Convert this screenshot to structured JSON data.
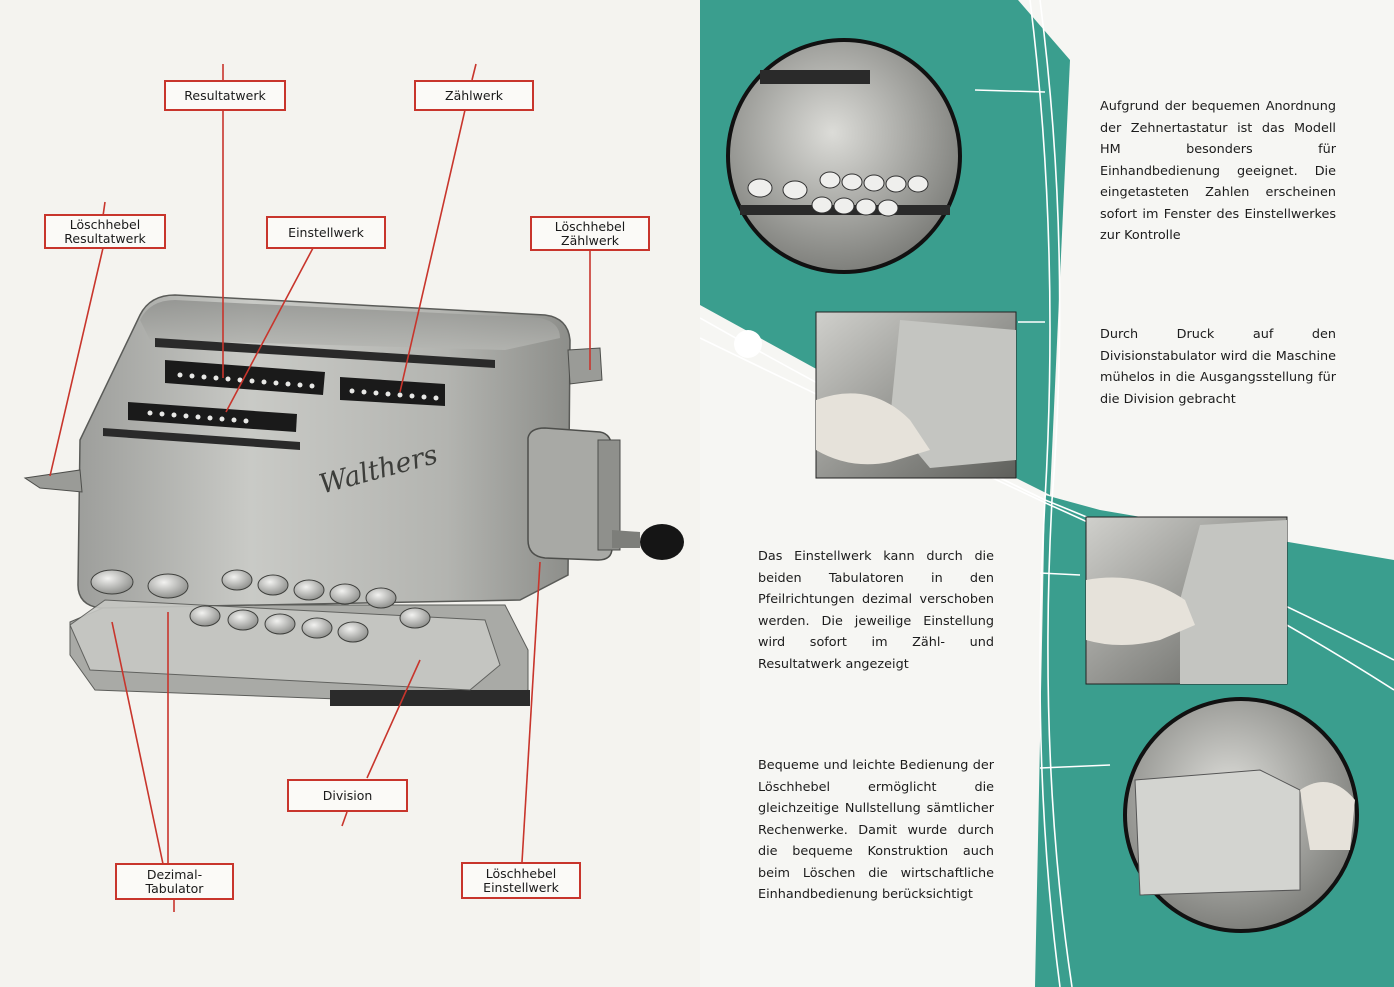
{
  "left_page": {
    "brand": "Walthers",
    "labels": {
      "resultatwerk": "Resultatwerk",
      "zaehlwerk": "Zählwerk",
      "loeschhebel_resultatwerk_1": "Löschhebel",
      "loeschhebel_resultatwerk_2": "Resultatwerk",
      "einstellwerk": "Einstellwerk",
      "loeschhebel_zaehlwerk_1": "Löschhebel",
      "loeschhebel_zaehlwerk_2": "Zählwerk",
      "division": "Division",
      "dezimal_tabulator_1": "Dezimal-",
      "dezimal_tabulator_2": "Tabulator",
      "loeschhebel_einstellwerk_1": "Löschhebel",
      "loeschhebel_einstellwerk_2": "Einstellwerk"
    }
  },
  "right_page": {
    "paragraphs": [
      "Aufgrund der bequemen Anordnung der Zehnertastatur ist das Modell HM besonders für Einhandbedienung geeignet. Die eingetasteten Zahlen erscheinen sofort im Fenster des Einstellwerkes zur Kontrolle",
      "Durch Druck auf den Divisionstabulator wird die Maschine mühelos in die Ausgangsstellung für die Division gebracht",
      "Das Einstellwerk kann durch die beiden Tabulatoren in den Pfeilrichtungen dezimal verschoben werden. Die jeweilige Einstellung wird sofort im Zähl- und Resultatwerk angezeigt",
      "Bequeme und leichte Bedienung der Löschhebel ermöglicht die gleichzeitige Nullstellung sämtlicher Rechenwerke. Damit wurde durch die bequeme Konstruktion auch beim Löschen die wirtschaftliche Einhandbedienung berücksichtigt"
    ]
  },
  "colors": {
    "accent_red": "#c8352c",
    "teal": "#3a9e8e",
    "metal": "#b9bab6",
    "paper": "#f4f3ef"
  }
}
